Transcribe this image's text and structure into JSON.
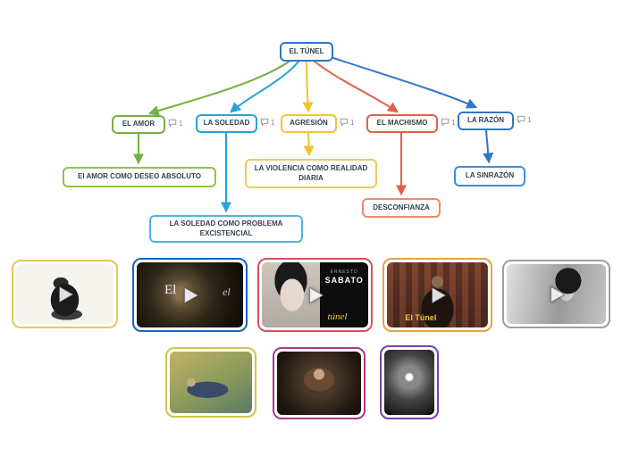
{
  "app": {
    "background": "#ffffff"
  },
  "mindmap": {
    "root": {
      "label": "EL TÚNEL",
      "color": "#2e75c6"
    },
    "branches": [
      {
        "label": "EL AMOR",
        "badge_count": "1",
        "color": "#76b043",
        "child": {
          "label": "El AMOR COMO DESEO ABSOLUTO",
          "color": "#8cc63f"
        }
      },
      {
        "label": "LA SOLEDAD",
        "badge_count": "1",
        "color": "#2ba0dc",
        "child": {
          "label": "LA SOLEDAD COMO PROBLEMA EXCISTENCIAL",
          "color": "#4db3e6"
        }
      },
      {
        "label": "AGRESIÓN",
        "badge_count": "1",
        "color": "#f0c330",
        "child": {
          "label": "LA VIOLENCIA COMO REALIDAD DIARIA",
          "color": "#ecca5a"
        }
      },
      {
        "label": "EL MACHISMO",
        "badge_count": "1",
        "color": "#e0614a",
        "child": {
          "label": "DESCONFIANZA",
          "color": "#ef8a6a"
        }
      },
      {
        "label": "LA RAZÓN",
        "badge_count": "1",
        "color": "#2f77c8",
        "child": {
          "label": "LA SINRAZÓN",
          "color": "#3f8fd6"
        }
      }
    ]
  },
  "media": {
    "videos": [
      {
        "name": "sketch-video",
        "border_color": "#e3c954"
      },
      {
        "name": "tunnel-video",
        "border_color": "#1565c0",
        "overlay_text_1": "El",
        "overlay_text_2": "el"
      },
      {
        "name": "sabato-book-video",
        "border_color": "#d94f5c",
        "cover_author_first": "ERNESTO",
        "cover_author_last": "SABATO",
        "cover_title": "túnel"
      },
      {
        "name": "presenter-video",
        "border_color": "#e8a23d",
        "overlay_title": "El Túnel"
      },
      {
        "name": "bw-film-video",
        "border_color": "#9e9e9e"
      }
    ],
    "images": [
      {
        "name": "lying-figure-painting",
        "border_color": "#d4c44a"
      },
      {
        "name": "desperate-man-painting",
        "border_color": "#b0358b"
      },
      {
        "name": "tunnel-photo",
        "border_color": "#7d3fa8"
      }
    ]
  }
}
